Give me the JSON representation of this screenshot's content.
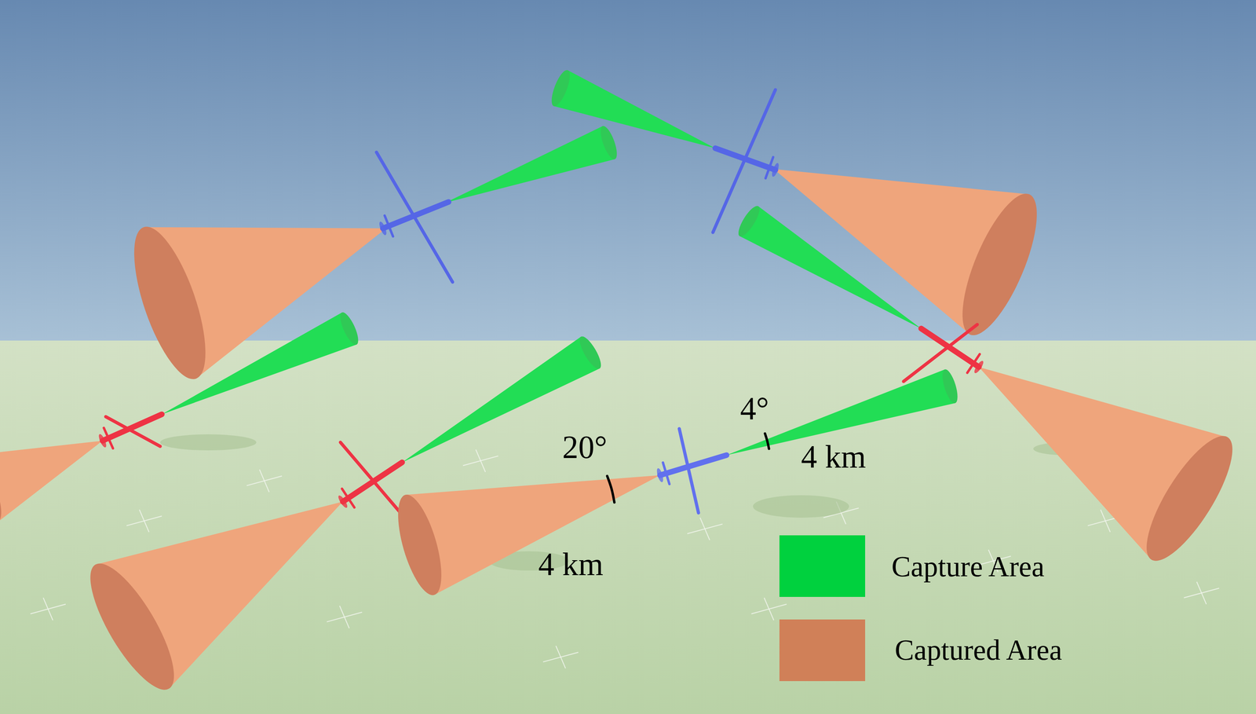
{
  "diagram": {
    "labels": [
      "4°",
      "20°",
      "4 km",
      "4 km"
    ],
    "legend": [
      {
        "text": "Capture Area",
        "color": "#00d13e"
      },
      {
        "text": "Captured Area",
        "color": "#d08058"
      }
    ]
  }
}
